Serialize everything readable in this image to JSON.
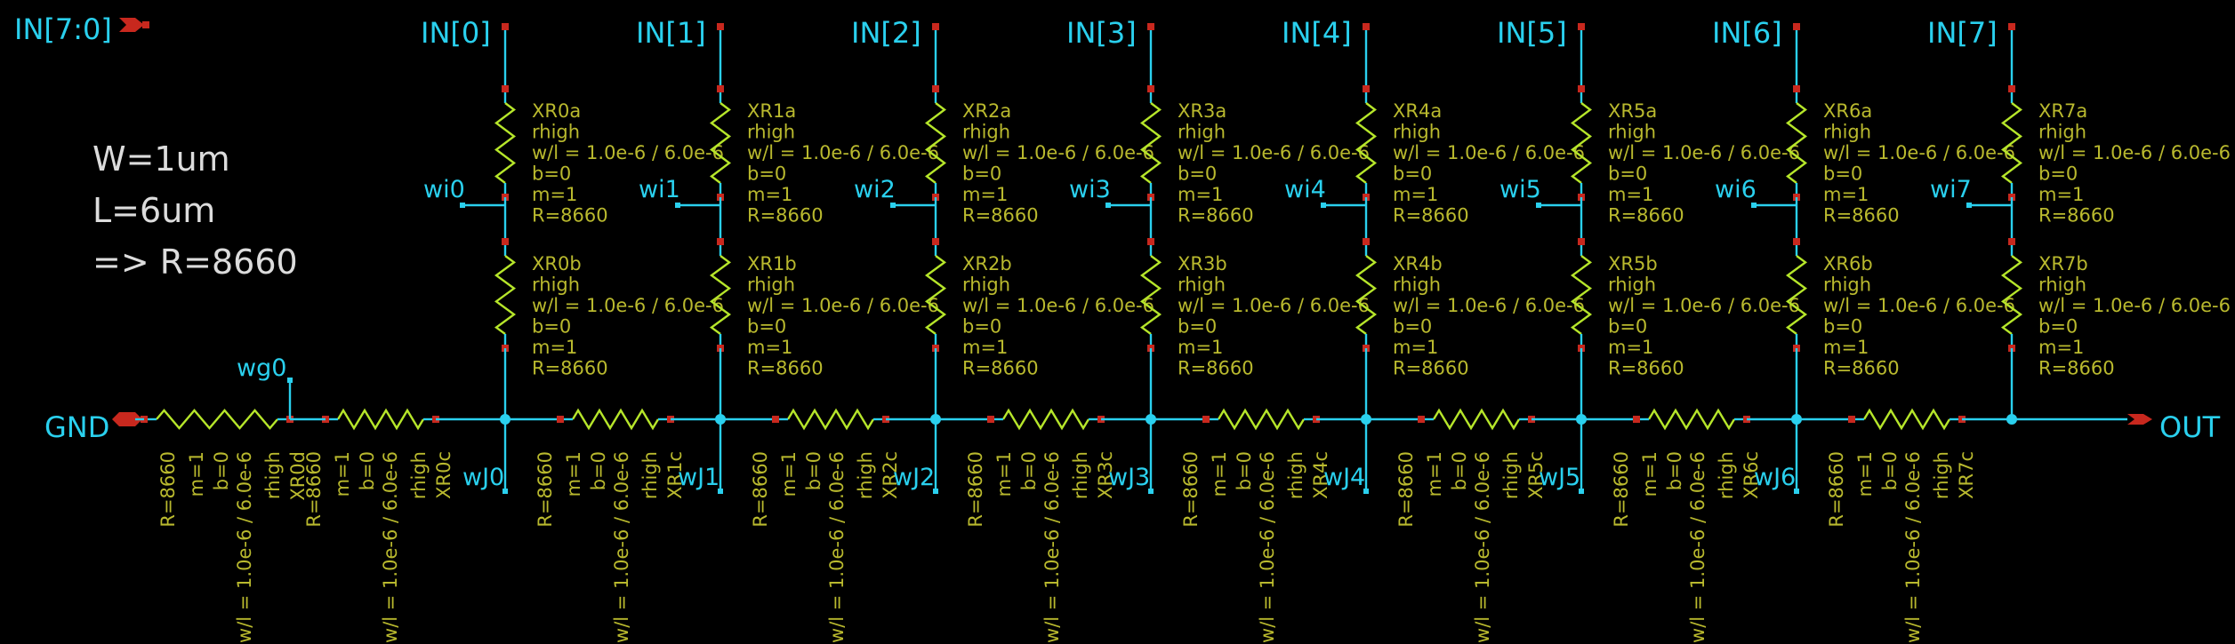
{
  "bus_label": "IN[7:0]",
  "notes": [
    "W=1um",
    "L=6um",
    "=> R=8660"
  ],
  "ground": {
    "label": "GND"
  },
  "output": {
    "label": "OUT"
  },
  "ground_res_label": "wg0",
  "colors": {
    "background": "#000000",
    "wire": "#2ad0ee",
    "resistor": "#b6e62a",
    "annotation": "#b9b92e",
    "pin": "#c8281e",
    "note": "#dcdcdc"
  },
  "ground_resistors": [
    {
      "name": "XR0d",
      "lines": [
        "R=8660",
        "m=1",
        "b=0",
        "w/l = 1.0e-6 / 6.0e-6",
        "rhigh",
        "XR0d"
      ]
    },
    {
      "name": "XR0c",
      "lines": [
        "R=8660",
        "m=1",
        "b=0",
        "w/l = 1.0e-6 / 6.0e-6",
        "rhigh",
        "XR0c"
      ]
    }
  ],
  "stages": [
    {
      "input": "IN[0]",
      "wi": "wi0",
      "wj": "wJ0",
      "top": {
        "name": "XR0a",
        "model": "rhigh",
        "wl": "w/l = 1.0e-6 / 6.0e-6",
        "b": "b=0",
        "m": "m=1",
        "r": "R=8660"
      },
      "bottom": {
        "name": "XR0b",
        "model": "rhigh",
        "wl": "w/l = 1.0e-6 / 6.0e-6",
        "b": "b=0",
        "m": "m=1",
        "r": "R=8660"
      },
      "horizontal": {
        "name": "XR1c",
        "lines": [
          "R=8660",
          "m=1",
          "b=0",
          "w/l = 1.0e-6 / 6.0e-6",
          "rhigh",
          "XR1c"
        ]
      }
    },
    {
      "input": "IN[1]",
      "wi": "wi1",
      "wj": "wJ1",
      "top": {
        "name": "XR1a",
        "model": "rhigh",
        "wl": "w/l = 1.0e-6 / 6.0e-6",
        "b": "b=0",
        "m": "m=1",
        "r": "R=8660"
      },
      "bottom": {
        "name": "XR1b",
        "model": "rhigh",
        "wl": "w/l = 1.0e-6 / 6.0e-6",
        "b": "b=0",
        "m": "m=1",
        "r": "R=8660"
      },
      "horizontal": {
        "name": "XR2c",
        "lines": [
          "R=8660",
          "m=1",
          "b=0",
          "w/l = 1.0e-6 / 6.0e-6",
          "rhigh",
          "XR2c"
        ]
      }
    },
    {
      "input": "IN[2]",
      "wi": "wi2",
      "wj": "wJ2",
      "top": {
        "name": "XR2a",
        "model": "rhigh",
        "wl": "w/l = 1.0e-6 / 6.0e-6",
        "b": "b=0",
        "m": "m=1",
        "r": "R=8660"
      },
      "bottom": {
        "name": "XR2b",
        "model": "rhigh",
        "wl": "w/l = 1.0e-6 / 6.0e-6",
        "b": "b=0",
        "m": "m=1",
        "r": "R=8660"
      },
      "horizontal": {
        "name": "XR3c",
        "lines": [
          "R=8660",
          "m=1",
          "b=0",
          "w/l = 1.0e-6 / 6.0e-6",
          "rhigh",
          "XR3c"
        ]
      }
    },
    {
      "input": "IN[3]",
      "wi": "wi3",
      "wj": "wJ3",
      "top": {
        "name": "XR3a",
        "model": "rhigh",
        "wl": "w/l = 1.0e-6 / 6.0e-6",
        "b": "b=0",
        "m": "m=1",
        "r": "R=8660"
      },
      "bottom": {
        "name": "XR3b",
        "model": "rhigh",
        "wl": "w/l = 1.0e-6 / 6.0e-6",
        "b": "b=0",
        "m": "m=1",
        "r": "R=8660"
      },
      "horizontal": {
        "name": "XR4c",
        "lines": [
          "R=8660",
          "m=1",
          "b=0",
          "w/l = 1.0e-6 / 6.0e-6",
          "rhigh",
          "XR4c"
        ]
      }
    },
    {
      "input": "IN[4]",
      "wi": "wi4",
      "wj": "wJ4",
      "top": {
        "name": "XR4a",
        "model": "rhigh",
        "wl": "w/l = 1.0e-6 / 6.0e-6",
        "b": "b=0",
        "m": "m=1",
        "r": "R=8660"
      },
      "bottom": {
        "name": "XR4b",
        "model": "rhigh",
        "wl": "w/l = 1.0e-6 / 6.0e-6",
        "b": "b=0",
        "m": "m=1",
        "r": "R=8660"
      },
      "horizontal": {
        "name": "XR5c",
        "lines": [
          "R=8660",
          "m=1",
          "b=0",
          "w/l = 1.0e-6 / 6.0e-6",
          "rhigh",
          "XR5c"
        ]
      }
    },
    {
      "input": "IN[5]",
      "wi": "wi5",
      "wj": "wJ5",
      "top": {
        "name": "XR5a",
        "model": "rhigh",
        "wl": "w/l = 1.0e-6 / 6.0e-6",
        "b": "b=0",
        "m": "m=1",
        "r": "R=8660"
      },
      "bottom": {
        "name": "XR5b",
        "model": "rhigh",
        "wl": "w/l = 1.0e-6 / 6.0e-6",
        "b": "b=0",
        "m": "m=1",
        "r": "R=8660"
      },
      "horizontal": {
        "name": "XR6c",
        "lines": [
          "R=8660",
          "m=1",
          "b=0",
          "w/l = 1.0e-6 / 6.0e-6",
          "rhigh",
          "XR6c"
        ]
      }
    },
    {
      "input": "IN[6]",
      "wi": "wi6",
      "wj": "wJ6",
      "top": {
        "name": "XR6a",
        "model": "rhigh",
        "wl": "w/l = 1.0e-6 / 6.0e-6",
        "b": "b=0",
        "m": "m=1",
        "r": "R=8660"
      },
      "bottom": {
        "name": "XR6b",
        "model": "rhigh",
        "wl": "w/l = 1.0e-6 / 6.0e-6",
        "b": "b=0",
        "m": "m=1",
        "r": "R=8660"
      },
      "horizontal": {
        "name": "XR7c",
        "lines": [
          "R=8660",
          "m=1",
          "b=0",
          "w/l = 1.0e-6 / 6.0e-6",
          "rhigh",
          "XR7c"
        ]
      }
    },
    {
      "input": "IN[7]",
      "wi": "wi7",
      "wj": "",
      "top": {
        "name": "XR7a",
        "model": "rhigh",
        "wl": "w/l = 1.0e-6 / 6.0e-6",
        "b": "b=0",
        "m": "m=1",
        "r": "R=8660"
      },
      "bottom": {
        "name": "XR7b",
        "model": "rhigh",
        "wl": "w/l = 1.0e-6 / 6.0e-6",
        "b": "b=0",
        "m": "m=1",
        "r": "R=8660"
      },
      "horizontal": null
    }
  ]
}
